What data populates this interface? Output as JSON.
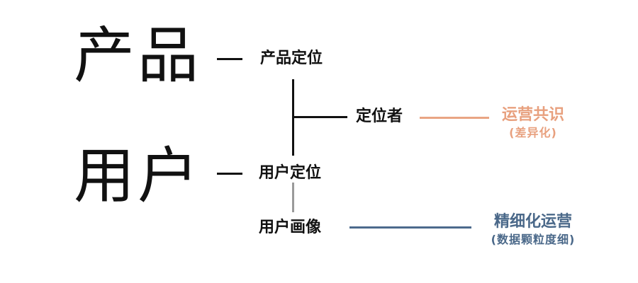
{
  "colors": {
    "ink": "#111111",
    "connector_gray": "#9a9a9a",
    "orange": "#e8a07e",
    "blue": "#4a6889"
  },
  "nodes": {
    "product": "产品",
    "user": "用户",
    "product_positioning": "产品定位",
    "positioner": "定位者",
    "user_positioning": "用户定位",
    "user_persona": "用户画像",
    "operations_consensus": "运营共识",
    "differentiation": "(差异化)",
    "refined_operations": "精细化运营",
    "data_granularity": "(数据颗粒度细)"
  }
}
